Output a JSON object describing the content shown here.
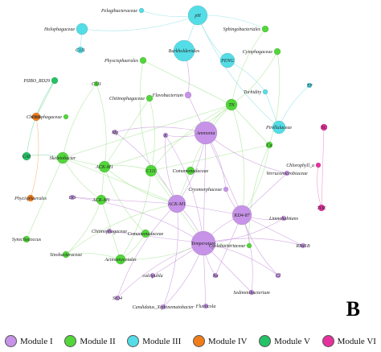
{
  "panel_letter": "B",
  "colors": {
    "module-1": "#c793e8",
    "module-2": "#52d63a",
    "module-3": "#54dde6",
    "module-4": "#f07d1a",
    "module-5": "#23c266",
    "module-6": "#e6309e"
  },
  "legend": [
    {
      "module": "module-1",
      "label": "Module I"
    },
    {
      "module": "module-2",
      "label": "Module II"
    },
    {
      "module": "module-3",
      "label": "Module III"
    },
    {
      "module": "module-4",
      "label": "Module IV"
    },
    {
      "module": "module-5",
      "label": "Module V"
    },
    {
      "module": "module-6",
      "label": "Module VI"
    }
  ],
  "nodes": [
    {
      "id": "pH",
      "label": "pH",
      "module": "module-3"
    },
    {
      "id": "pelagibacteraceae",
      "label": "Pelagibacteraceae",
      "module": "module-3"
    },
    {
      "id": "holophagaceae",
      "label": "Holophagaceae",
      "module": "module-3"
    },
    {
      "id": "c111-top",
      "label": "C111",
      "module": "module-3"
    },
    {
      "id": "burkholderiales",
      "label": "Burkholderiales",
      "module": "module-3"
    },
    {
      "id": "sphingobacteriales",
      "label": "Sphingobacteriales",
      "module": "module-2"
    },
    {
      "id": "physcisphaerales",
      "label": "Physcisphaerales",
      "module": "module-2"
    },
    {
      "id": "peng",
      "label": "PENG",
      "module": "module-3"
    },
    {
      "id": "cytophagaceae",
      "label": "Cytophagaceae",
      "module": "module-2"
    },
    {
      "id": "piibo",
      "label": "PIIBO_RD29",
      "module": "module-5"
    },
    {
      "id": "c111-mid",
      "label": "C111",
      "module": "module-2"
    },
    {
      "id": "chitinophagaceae-top",
      "label": "Chitinophagaceae",
      "module": "module-2"
    },
    {
      "id": "flavobacterium",
      "label": "Flavobacterium",
      "module": "module-1"
    },
    {
      "id": "turbidity",
      "label": "Turbidity",
      "module": "module-3"
    },
    {
      "id": "tp",
      "label": "TP",
      "module": "module-3"
    },
    {
      "id": "tn",
      "label": "TN",
      "module": "module-2"
    },
    {
      "id": "c111-orange",
      "label": "C111",
      "module": "module-4"
    },
    {
      "id": "chitinophagaceae-left",
      "label": "Chitinophagaceae",
      "module": "module-2"
    },
    {
      "id": "pirellulaceae",
      "label": "Pirellulaceae",
      "module": "module-3"
    },
    {
      "id": "sc",
      "label": "SC",
      "module": "module-6"
    },
    {
      "id": "mg",
      "label": "Mg",
      "module": "module-1"
    },
    {
      "id": "k",
      "label": "K",
      "module": "module-1"
    },
    {
      "id": "ammonia",
      "label": "Ammonia",
      "module": "module-1"
    },
    {
      "id": "ca",
      "label": "Ca",
      "module": "module-2"
    },
    {
      "id": "chlorophyll",
      "label": "Chlorophyll_a",
      "module": "module-6"
    },
    {
      "id": "ca5",
      "label": "CA5",
      "module": "module-5"
    },
    {
      "id": "skeletobacter",
      "label": "Skeletobacter",
      "module": "module-2"
    },
    {
      "id": "acki",
      "label": "ACK-M1",
      "module": "module-2"
    },
    {
      "id": "c111-low",
      "label": "C111",
      "module": "module-2"
    },
    {
      "id": "comamonadaceae-mid",
      "label": "Comamonadaceae",
      "module": "module-2"
    },
    {
      "id": "verrucomicrobiaceae",
      "label": "Verrucomicrobiaceae",
      "module": "module-1"
    },
    {
      "id": "phycisphaerales",
      "label": "Phycisphaerales",
      "module": "module-4"
    },
    {
      "id": "do",
      "label": "DO",
      "module": "module-1"
    },
    {
      "id": "acki-2",
      "label": "ACK-M1",
      "module": "module-2"
    },
    {
      "id": "acki-big",
      "label": "ACK-M1",
      "module": "module-1"
    },
    {
      "id": "cryomorphaceae",
      "label": "Cryomorphaceae",
      "module": "module-1"
    },
    {
      "id": "kd4",
      "label": "KD4-87",
      "module": "module-1"
    },
    {
      "id": "toe",
      "label": "TOE",
      "module": "module-6"
    },
    {
      "id": "limnohabitans",
      "label": "Limnohabitans",
      "module": "module-1"
    },
    {
      "id": "synechococcus",
      "label": "Synechococcus",
      "module": "module-2"
    },
    {
      "id": "chitinophagaceae-low",
      "label": "Chitinophagaceae",
      "module": "module-1"
    },
    {
      "id": "comamonadaceae-low",
      "label": "Comamonadaceae",
      "module": "module-2"
    },
    {
      "id": "sinobacteraceae",
      "label": "Sinobacteraceae",
      "module": "module-2"
    },
    {
      "id": "temperature",
      "label": "Temperature",
      "module": "module-1"
    },
    {
      "id": "cyclobacteriaceae",
      "label": "Cyclobacteriaceae",
      "module": "module-2"
    },
    {
      "id": "rb41",
      "label": "RB41B",
      "module": "module-1"
    },
    {
      "id": "actinomycetales",
      "label": "Actinomycetales",
      "module": "module-2"
    },
    {
      "id": "calcipuhla",
      "label": "calcipuhla",
      "module": "module-1"
    },
    {
      "id": "na",
      "label": "Na",
      "module": "module-1"
    },
    {
      "id": "cl",
      "label": "Cl",
      "module": "module-1"
    },
    {
      "id": "sediminibacterium",
      "label": "Sediminibacterium",
      "module": "module-1"
    },
    {
      "id": "sio4",
      "label": "SiO4",
      "module": "module-1"
    },
    {
      "id": "candidatus",
      "label": "Candidatus_Xiphinematobacter",
      "module": "module-1"
    },
    {
      "id": "fluviicola",
      "label": "Fluviicola",
      "module": "module-1"
    }
  ]
}
